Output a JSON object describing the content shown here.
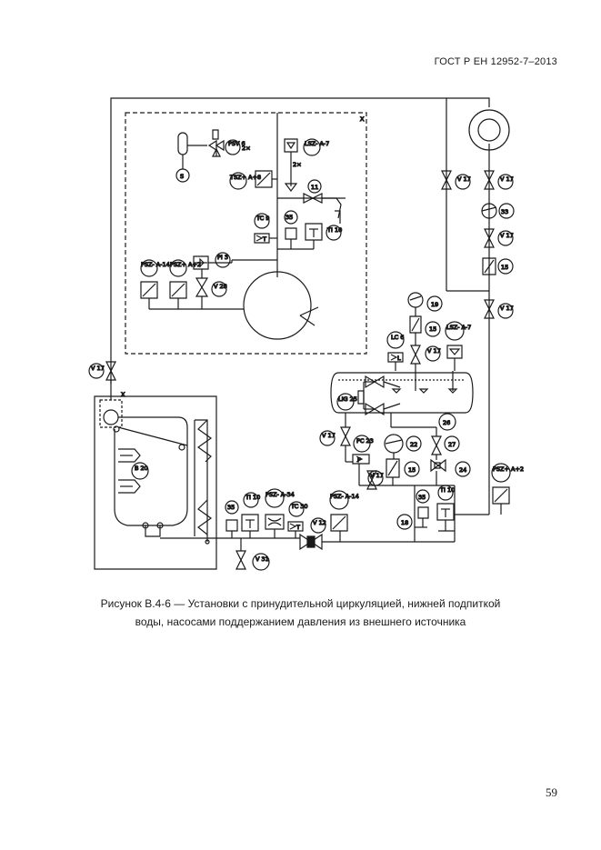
{
  "header": {
    "standard": "ГОСТ Р ЕН 12952-7–2013"
  },
  "figure": {
    "labels": {
      "psv6": "PSV 6",
      "two_x_a": "2×",
      "lsz_a7_top": "LSZ- A-7",
      "two_x_b": "2×",
      "s": "S",
      "tsz_a8": "TSZ+ A+8",
      "n11_top": "11",
      "tc9": "TC 9",
      "t_small_a": "T",
      "n35_a": "35",
      "ti10_a": "TI 10",
      "psz_a14_a": "PSZ- A-14",
      "psz_a2": "PSZ+ A+2",
      "pi3": "PI 3",
      "v28": "V 28",
      "x_inner": "X",
      "x_boiler": "X",
      "v17_right1": "V 17",
      "v17_right2": "V 17",
      "n33": "33",
      "v17_right3": "V 17",
      "n15_right": "15",
      "v17_right4": "V 17",
      "n19": "19",
      "n15_mid": "15",
      "lsz_a7_mid": "LSZ- A-7",
      "lc6": "LC 6",
      "l_small": "L",
      "v17_mid": "V 17",
      "lig25": "LIG 25",
      "n26": "26",
      "v17_left": "V 17",
      "v17_left2": "V 17",
      "pc23": "PC 23",
      "p_small": "P",
      "v17_pc": "V 17",
      "n22": "22",
      "n15_low": "15",
      "n27": "27",
      "n24": "24",
      "psz_a2_right": "PSZ+ A+2",
      "b20": "B 20",
      "n35_b": "35",
      "ti10_b": "TI 10",
      "psz_a34": "PSZ- A-34",
      "tc30": "TC 30",
      "t_small_b": "T",
      "v12": "V 12",
      "psz_a14_b": "PSZ- A-14",
      "n35_c": "35",
      "ti10_c": "TI 10",
      "n18": "18",
      "v31": "V 31"
    }
  },
  "caption": {
    "line1": "Рисунок В.4-6 — Установки с принудительной циркуляцией, нижней подпиткой",
    "line2": "воды, насосами поддержанием давления из внешнего источника"
  },
  "page_number": "59"
}
